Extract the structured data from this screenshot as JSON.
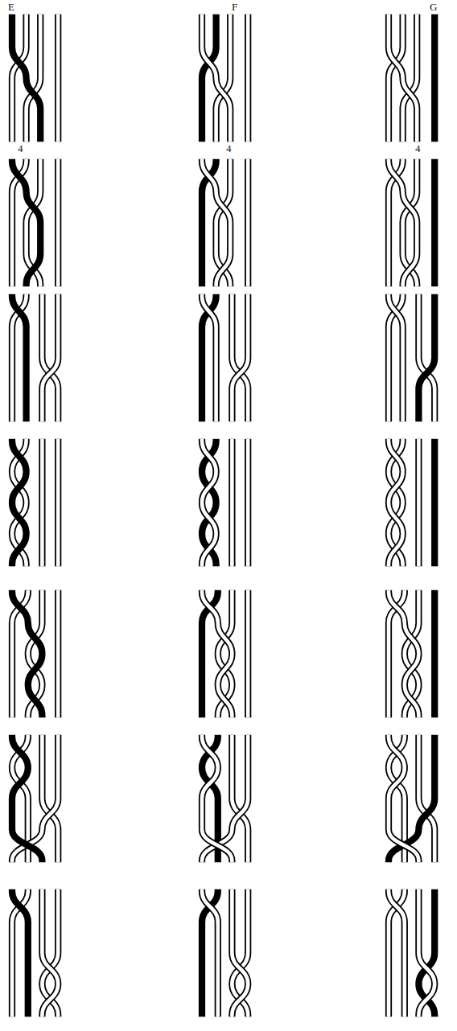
{
  "diagram": {
    "labels": [
      "E",
      "F",
      "G",
      "4",
      "4",
      "4"
    ]
  }
}
